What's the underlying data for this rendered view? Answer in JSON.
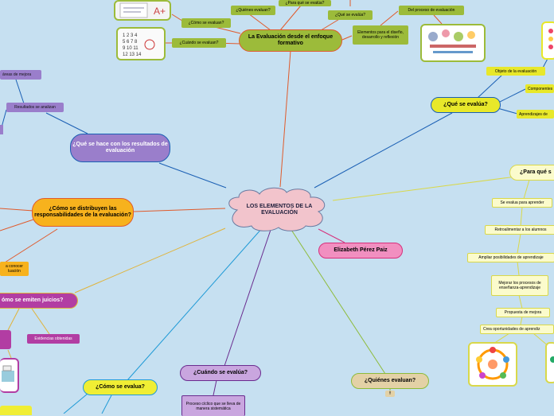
{
  "center": {
    "label": "LOS ELEMENTOS DE LA EVALUACIÓN"
  },
  "branches": {
    "enfoque": {
      "label": "La Evaluación desde el enfoque formativo"
    },
    "que_se_evalua": {
      "label": "¿Qué se evalúa?"
    },
    "para_que": {
      "label": "¿Para qué s"
    },
    "que_se_hace": {
      "label": "¿Qué se hace con los resultados de evaluación"
    },
    "como_distribuyen": {
      "label": "¿Cómo se distribuyen las responsabilidades de la evaluación?"
    },
    "como_juicios": {
      "label": "ómo se emiten juicios?"
    },
    "como_evalua": {
      "label": "¿Cómo se evalua?"
    },
    "cuando_evalua": {
      "label": "¿Cuándo se evalúa?"
    },
    "quienes_evaluan": {
      "label": "¿Quiénes evaluan?"
    },
    "elizabeth": {
      "label": "Elizabeth Pérez Paiz"
    }
  },
  "enfoque_children": {
    "quienes": "¿Quiénes evaluan?",
    "para_que": "¿Para qué se evalúa?",
    "que": "¿Qué se evalúa?",
    "proceso": "Del proceso de evaluación",
    "como": "¿Cómo se evaluan?",
    "cuando": "¿Cuándo se evaluan?",
    "elementos": "Elementos para el diseño, desarrollo y reflexión"
  },
  "que_se_evalua_children": {
    "objeto": "Objeto de la evaluación",
    "componentes": "Componentes",
    "aprendizajes": "Aprendizajes de"
  },
  "para_que_children": [
    "Se evalua para aprender",
    "Retroalimentar a los alumnos",
    "Ampliar posibilidades de aprendizaje",
    "Mejorar los procesos de enseñanza-aprendizaje",
    "Propuesta de mejora",
    "Crea oportunidades de aprendiz"
  ],
  "que_se_hace_children": {
    "areas": "áreas de mejora",
    "resultados": "Resultados se analizan"
  },
  "distribuyen_children": {
    "conocer": "a conocer luación"
  },
  "juicios_children": {
    "evidencias": "Evidencias obtenidas"
  },
  "cuando_children": {
    "proceso": "Proceso cíclico que se lleva de manera sistemática"
  },
  "quienes_children": {
    "dots": "!!"
  },
  "colors": {
    "background": "#c6e0f1",
    "center": "#f2c4cc",
    "enfoque": "#9cbb3a",
    "que_se_evalua": "#e8e82a",
    "para_que": "#fbfbcc",
    "que_se_hace": "#9a7ecb",
    "distribuyen": "#f7b21d",
    "juicios": "#b23da3",
    "como_evalua": "#f0ee34",
    "cuando": "#c9a6df",
    "quienes": "#e3d1a6",
    "elizabeth": "#f18fc0"
  }
}
